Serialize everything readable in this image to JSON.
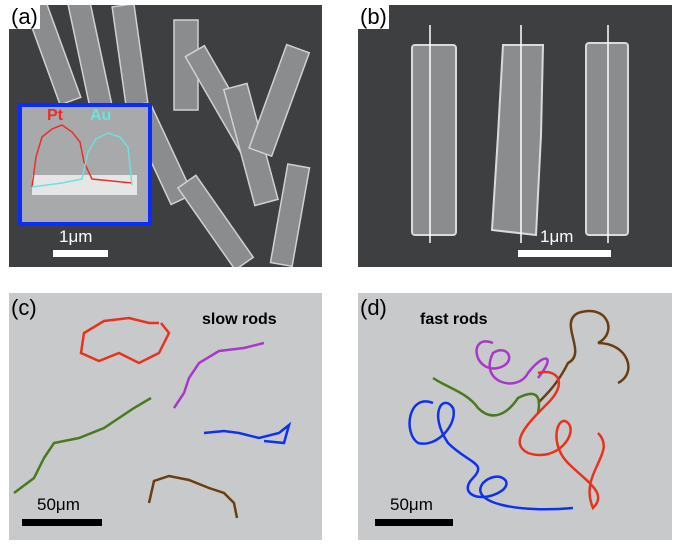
{
  "panels": {
    "a": {
      "label": "(a)",
      "scale_text": "1μm",
      "inset": {
        "element_1": "Pt",
        "element_2": "Au"
      }
    },
    "b": {
      "label": "(b)",
      "scale_text": "1μm"
    },
    "c": {
      "label": "(c)",
      "title": "slow rods",
      "scale_text": "50μm"
    },
    "d": {
      "label": "(d)",
      "title": "fast rods",
      "scale_text": "50μm"
    }
  },
  "colors": {
    "pt": "#e8302a",
    "au": "#6fe0e0",
    "inset_border": "#0a2cff",
    "red": "#e8321e",
    "purple": "#a838c8",
    "blue": "#1030f0",
    "green": "#4a7a1e",
    "brown": "#6b3d12"
  }
}
